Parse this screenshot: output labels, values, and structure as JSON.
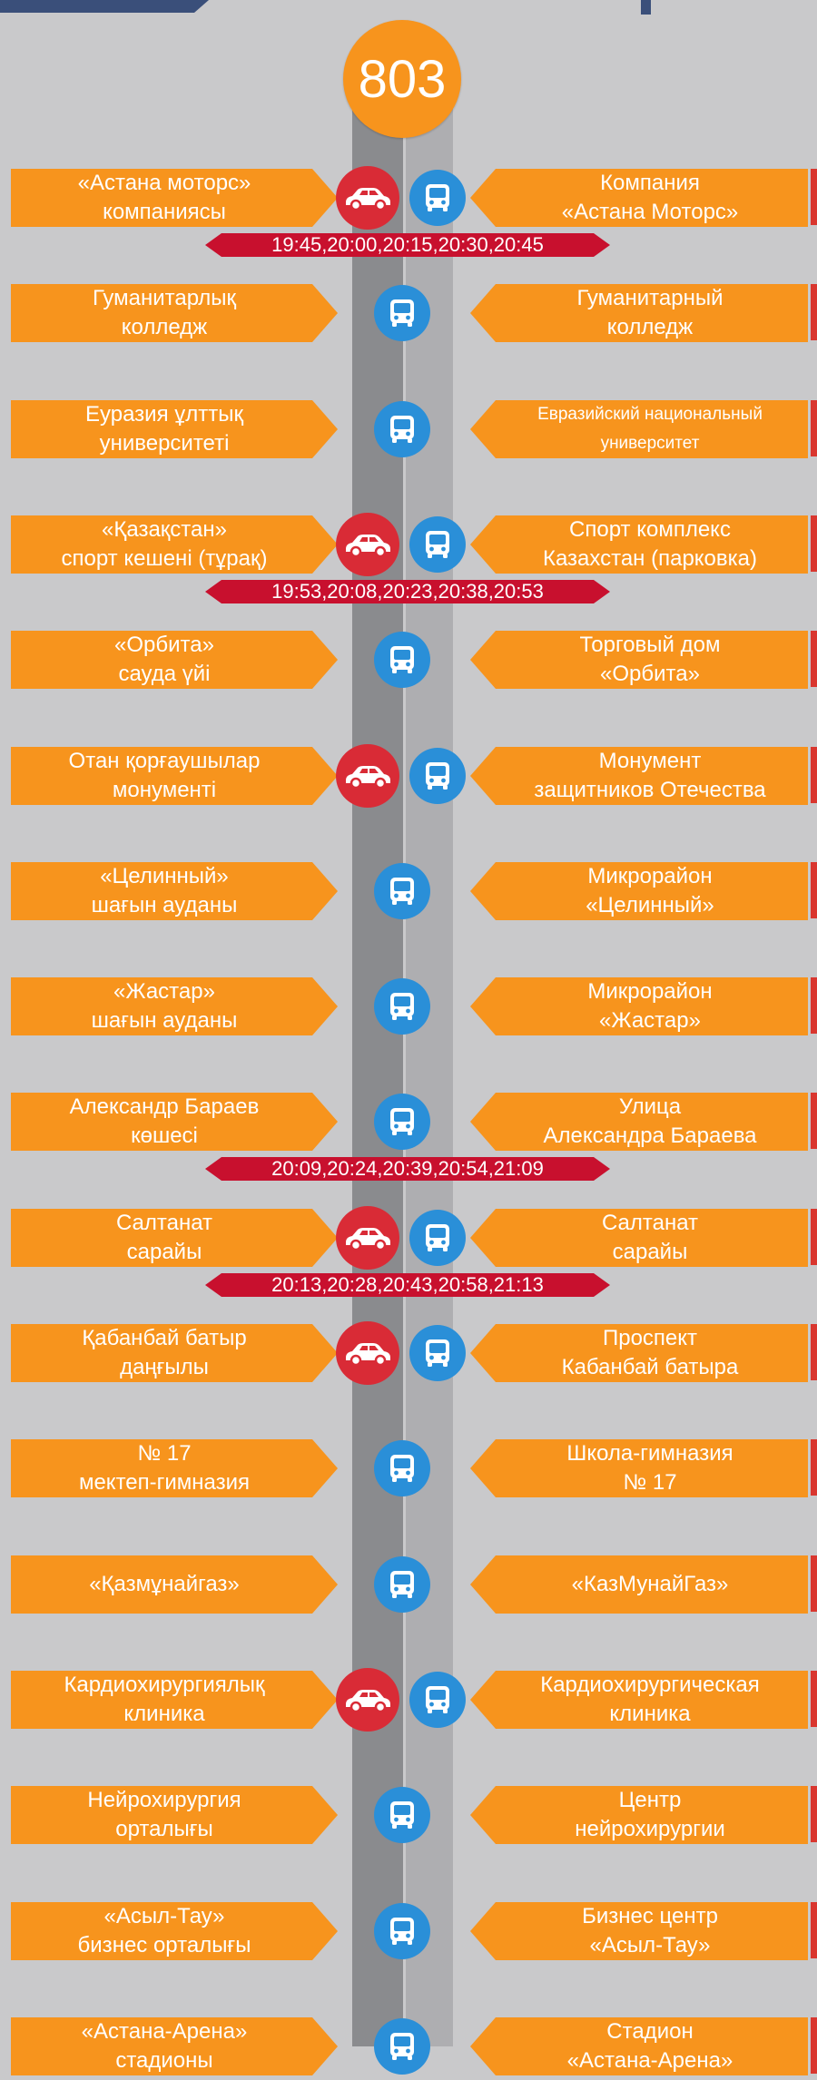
{
  "route_number": "803",
  "colors": {
    "background": "#c9c9cb",
    "label": "#f7941d",
    "bus": "#2a8fd8",
    "car": "#d92b36",
    "times_bar": "#c8102e"
  },
  "stops": [
    {
      "kz": [
        "«Астана моторс»",
        "компаниясы"
      ],
      "ru": [
        "Компания",
        "«Астана Моторс»"
      ],
      "parking": true,
      "times": "19:45,20:00,20:15,20:30,20:45"
    },
    {
      "kz": [
        "Гуманитарлық",
        "колледж"
      ],
      "ru": [
        "Гуманитарный",
        "колледж"
      ],
      "parking": false
    },
    {
      "kz": [
        "Еуразия ұлттық",
        "университеті"
      ],
      "ru": [
        "Евразийский национальный",
        "университет"
      ],
      "parking": false,
      "ru_small": true
    },
    {
      "kz": [
        "«Қазақстан»",
        "спорт кешені (тұрақ)"
      ],
      "ru": [
        "Спорт комплекс",
        "Казахстан (парковка)"
      ],
      "parking": true,
      "times": "19:53,20:08,20:23,20:38,20:53"
    },
    {
      "kz": [
        "«Орбита»",
        "сауда үйі"
      ],
      "ru": [
        "Торговый дом",
        "«Орбита»"
      ],
      "parking": false
    },
    {
      "kz": [
        "Отан қорғаушылар",
        "монументі"
      ],
      "ru": [
        "Монумент",
        "защитников Отечества"
      ],
      "parking": true
    },
    {
      "kz": [
        "«Целинный»",
        "шағын ауданы"
      ],
      "ru": [
        "Микрорайон",
        "«Целинный»"
      ],
      "parking": false
    },
    {
      "kz": [
        "«Жастар»",
        "шағын ауданы"
      ],
      "ru": [
        "Микрорайон",
        "«Жастар»"
      ],
      "parking": false
    },
    {
      "kz": [
        "Александр Бараев",
        "көшесі"
      ],
      "ru": [
        "Улица",
        "Александра Бараева"
      ],
      "parking": false,
      "times": "20:09,20:24,20:39,20:54,21:09"
    },
    {
      "kz": [
        "Салтанат",
        "сарайы"
      ],
      "ru": [
        "Салтанат",
        "сарайы"
      ],
      "parking": true,
      "times": "20:13,20:28,20:43,20:58,21:13"
    },
    {
      "kz": [
        "Қабанбай батыр",
        "даңғылы"
      ],
      "ru": [
        "Проспект",
        "Кабанбай батыра"
      ],
      "parking": true
    },
    {
      "kz": [
        "№ 17",
        "мектеп-гимназия"
      ],
      "ru": [
        "Школа-гимназия",
        "№ 17"
      ],
      "parking": false
    },
    {
      "kz": [
        "«Қазмұнайгаз»"
      ],
      "ru": [
        "«КазМунайГаз»"
      ],
      "parking": false
    },
    {
      "kz": [
        "Кардиохирургиялық",
        "клиника"
      ],
      "ru": [
        "Кардиохирургическая",
        "клиника"
      ],
      "parking": true
    },
    {
      "kz": [
        "Нейрохирургия",
        "орталығы"
      ],
      "ru": [
        "Центр",
        "нейрохирургии"
      ],
      "parking": false
    },
    {
      "kz": [
        "«Асыл-Тау»",
        "бизнес орталығы"
      ],
      "ru": [
        "Бизнес центр",
        "«Асыл-Тау»"
      ],
      "parking": false
    },
    {
      "kz": [
        "«Астана-Арена»",
        "стадионы"
      ],
      "ru": [
        "Стадион",
        "«Астана-Арена»"
      ],
      "parking": false
    }
  ]
}
